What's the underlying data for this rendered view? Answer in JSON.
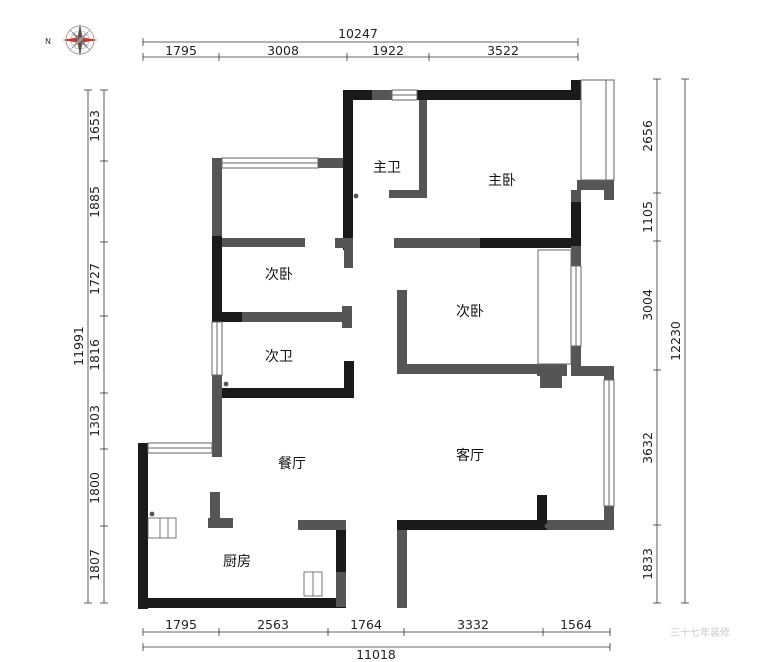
{
  "compass": {
    "north_label": "N"
  },
  "dimensions": {
    "top_total": "10247",
    "top_segments": [
      "1795",
      "3008",
      "1922",
      "3522"
    ],
    "bottom_total": "11018",
    "bottom_segments": [
      "1795",
      "2563",
      "1764",
      "3332",
      "1564"
    ],
    "left_total": "11991",
    "left_segments": [
      "1653",
      "1885",
      "1727",
      "1816",
      "1303",
      "1800",
      "1807"
    ],
    "right_total": "12230",
    "right_segments": [
      "2656",
      "1105",
      "3004",
      "3632",
      "1833"
    ]
  },
  "rooms": {
    "master_bath": "主卫",
    "master_bedroom": "主卧",
    "second_bedroom_left": "次卧",
    "second_bedroom_right": "次卧",
    "second_bath": "次卫",
    "dining_room": "餐厅",
    "living_room": "客厅",
    "kitchen": "厨房"
  },
  "watermark": "三十七年装修"
}
